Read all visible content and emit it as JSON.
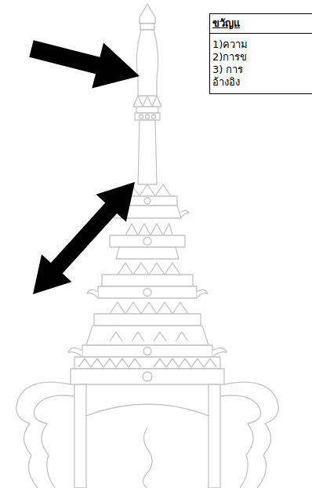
{
  "diagram": {
    "nodes": [
      {
        "text": [
          "ขวัญแ",
          "1)ความ",
          "2)การข",
          "3) การ",
          "อ้างอิง"
        ]
      }
    ]
  }
}
